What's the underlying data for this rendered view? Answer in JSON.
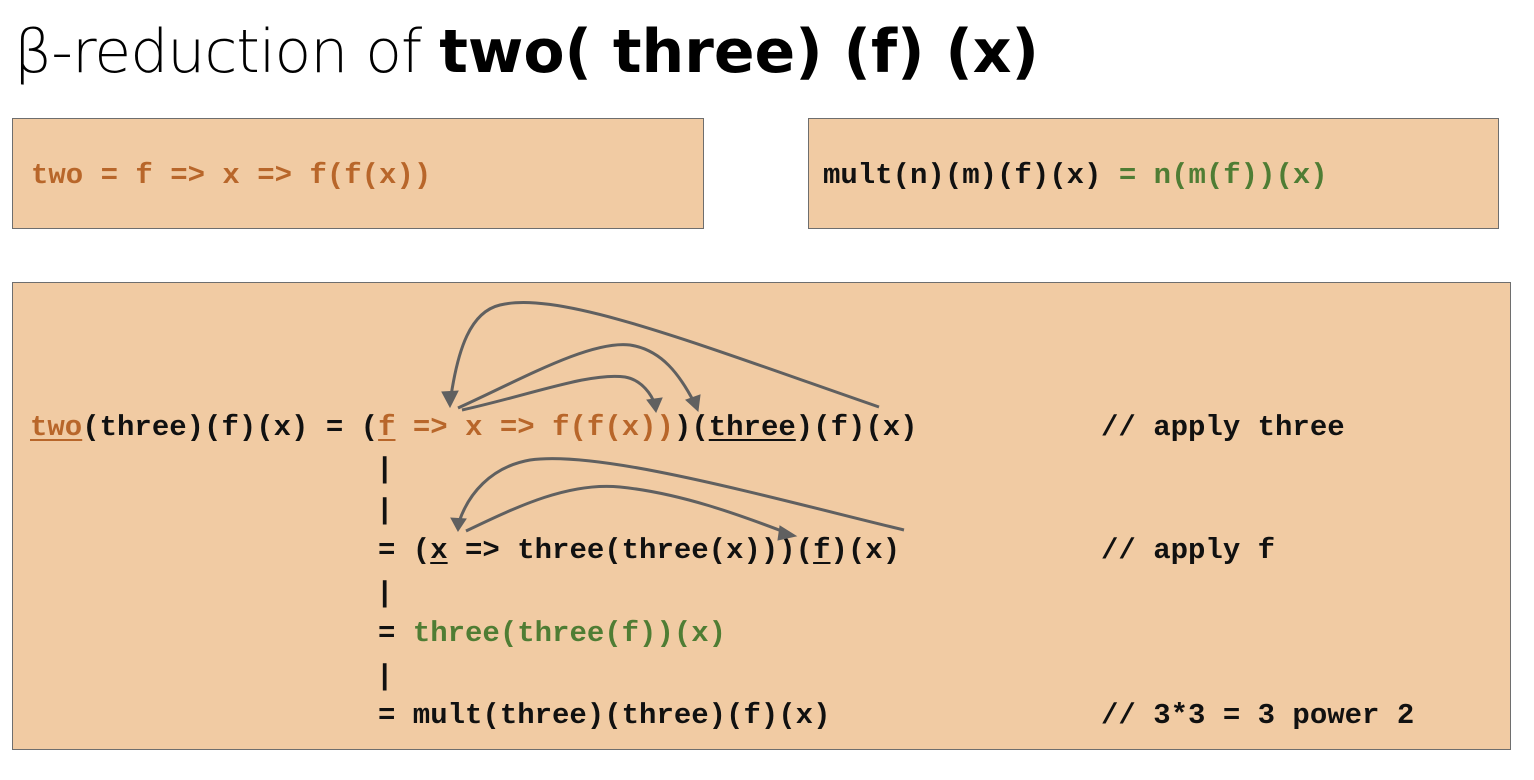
{
  "title": {
    "light": "β-reduction of ",
    "bold": "two( three) (f) (x)"
  },
  "def_two": "two = f => x => f(f(x))",
  "def_mult": {
    "lhs": "mult(n)(m)(f)(x)",
    "rhs": " = n(m(f))(x)"
  },
  "derivation": {
    "line1": {
      "fn": "two",
      "args": "(three)(f)(x) = (",
      "param": "f",
      "body": " => x => f(f(x))",
      "close": ")(",
      "arg": "three",
      "rest": ")(f)(x)",
      "comment": "// apply three"
    },
    "line2": {
      "prefix": "= (",
      "param": "x",
      "body": " => three(three(x)))(",
      "arg": "f",
      "rest": ")(x)",
      "comment": "// apply f"
    },
    "line3": {
      "prefix": "= ",
      "expr": "three(three(f))(x)"
    },
    "line4": {
      "expr": "= mult(three)(three)(f)(x)",
      "comment": "// 3*3 = 3 power 2"
    },
    "separator": "|"
  },
  "colors": {
    "box_fill": "#f1cba3",
    "box_border": "#6e6e6e",
    "orange": "#b8662a",
    "green": "#4f7d34",
    "arrow": "#606060"
  }
}
